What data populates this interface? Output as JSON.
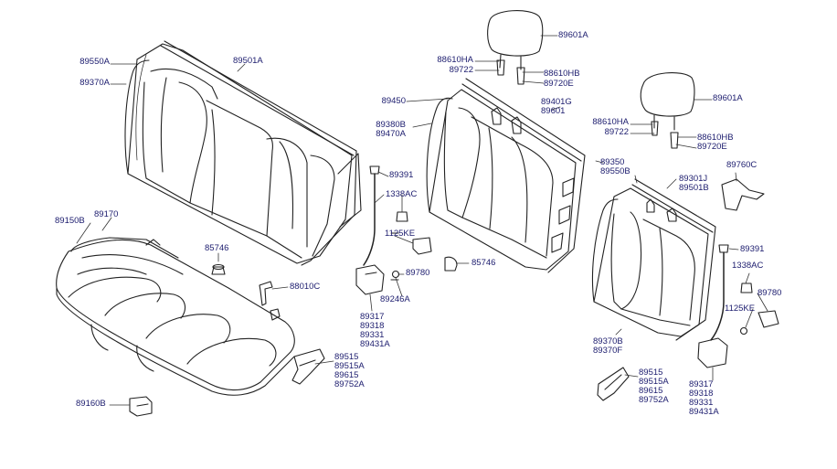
{
  "diagram": {
    "labels": {
      "l89550A": "89550A",
      "l89370A": "89370A",
      "l89501A": "89501A",
      "l89150B": "89150B",
      "l89170": "89170",
      "l85746_l": "85746",
      "l88010C": "88010C",
      "l89160B": "89160B",
      "l89391_m": "89391",
      "l1338AC_m": "1338AC",
      "l1125KE_m": "1125KE",
      "l89780_m": "89780",
      "l89246A": "89246A",
      "l89450": "89450",
      "l89380B": "89380B",
      "l89470A": "89470A",
      "l88610HA_t": "88610HA",
      "l89722_t": "89722",
      "l88610HB_t": "88610HB",
      "l89720E_t": "89720E",
      "l89601A_t": "89601A",
      "l89401G": "89401G",
      "l89601": "89601",
      "l85746_c": "85746",
      "l88610HA_r": "88610HA",
      "l89722_r": "89722",
      "l88610HB_r": "88610HB",
      "l89720E_r": "89720E",
      "l89601A_r": "89601A",
      "l89350": "89350",
      "l89550B": "89550B",
      "l89301J": "89301J",
      "l89501B": "89501B",
      "l89760C": "89760C",
      "l89391_r": "89391",
      "l1338AC_r": "1338AC",
      "l89780_r": "89780",
      "l1125KE_r": "1125KE",
      "l89370B": "89370B",
      "l89370F": "89370F"
    },
    "stack_left": [
      "89515",
      "89515A",
      "89615",
      "89752A"
    ],
    "stack_mid": [
      "89317",
      "89318",
      "89331",
      "89431A"
    ],
    "stack_right_a": [
      "89515",
      "89515A",
      "89615",
      "89752A"
    ],
    "stack_right_b": [
      "89317",
      "89318",
      "89331",
      "89431A"
    ]
  }
}
